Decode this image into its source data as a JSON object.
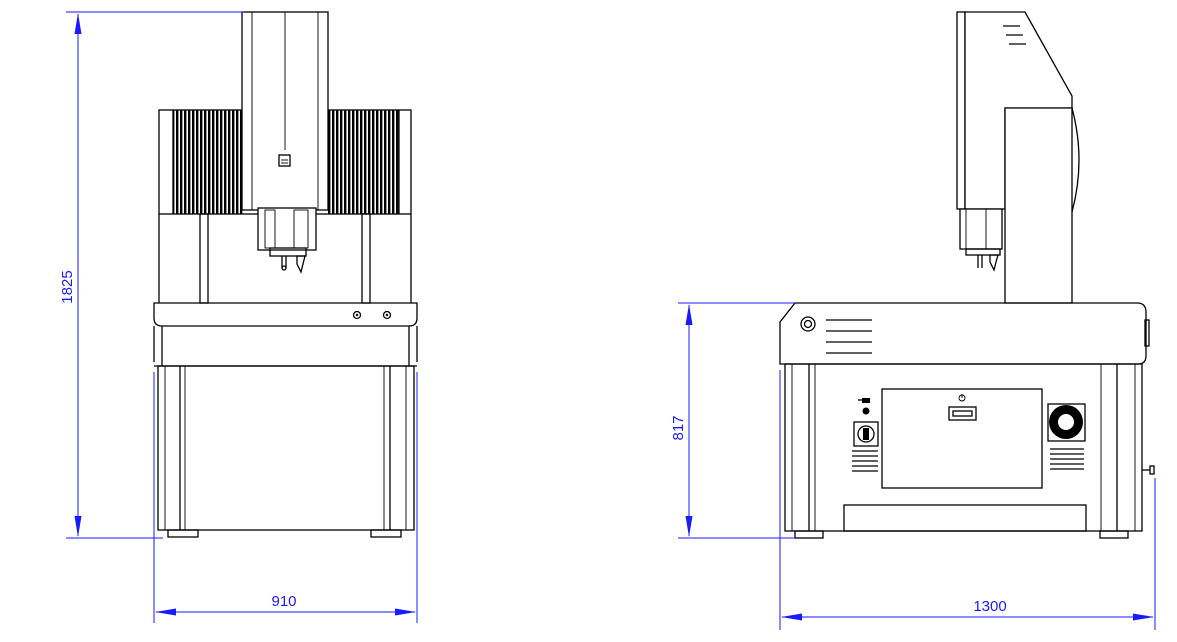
{
  "dimensions": {
    "front_height": "1825",
    "front_width": "910",
    "side_table_height": "817",
    "side_depth": "1300"
  },
  "colors": {
    "dimension": "#1a1aff",
    "line": "#000000",
    "background": "#ffffff"
  },
  "icons": {
    "power_symbol": "plug-icon",
    "panel_symbol": "power-icon"
  }
}
